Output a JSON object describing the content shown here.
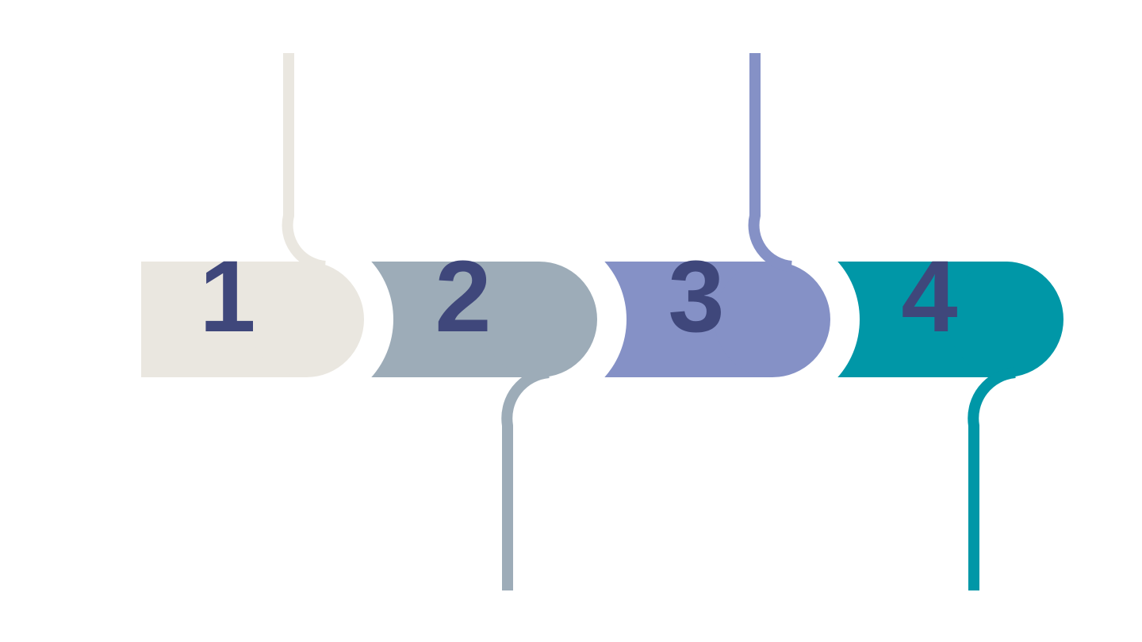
{
  "steps": [
    {
      "label": "1",
      "color": "#eae7e0",
      "connector": "top"
    },
    {
      "label": "2",
      "color": "#9dacb8",
      "connector": "bottom"
    },
    {
      "label": "3",
      "color": "#8591c6",
      "connector": "top"
    },
    {
      "label": "4",
      "color": "#0097a7",
      "connector": "bottom"
    }
  ],
  "text_color": "#3f477b"
}
